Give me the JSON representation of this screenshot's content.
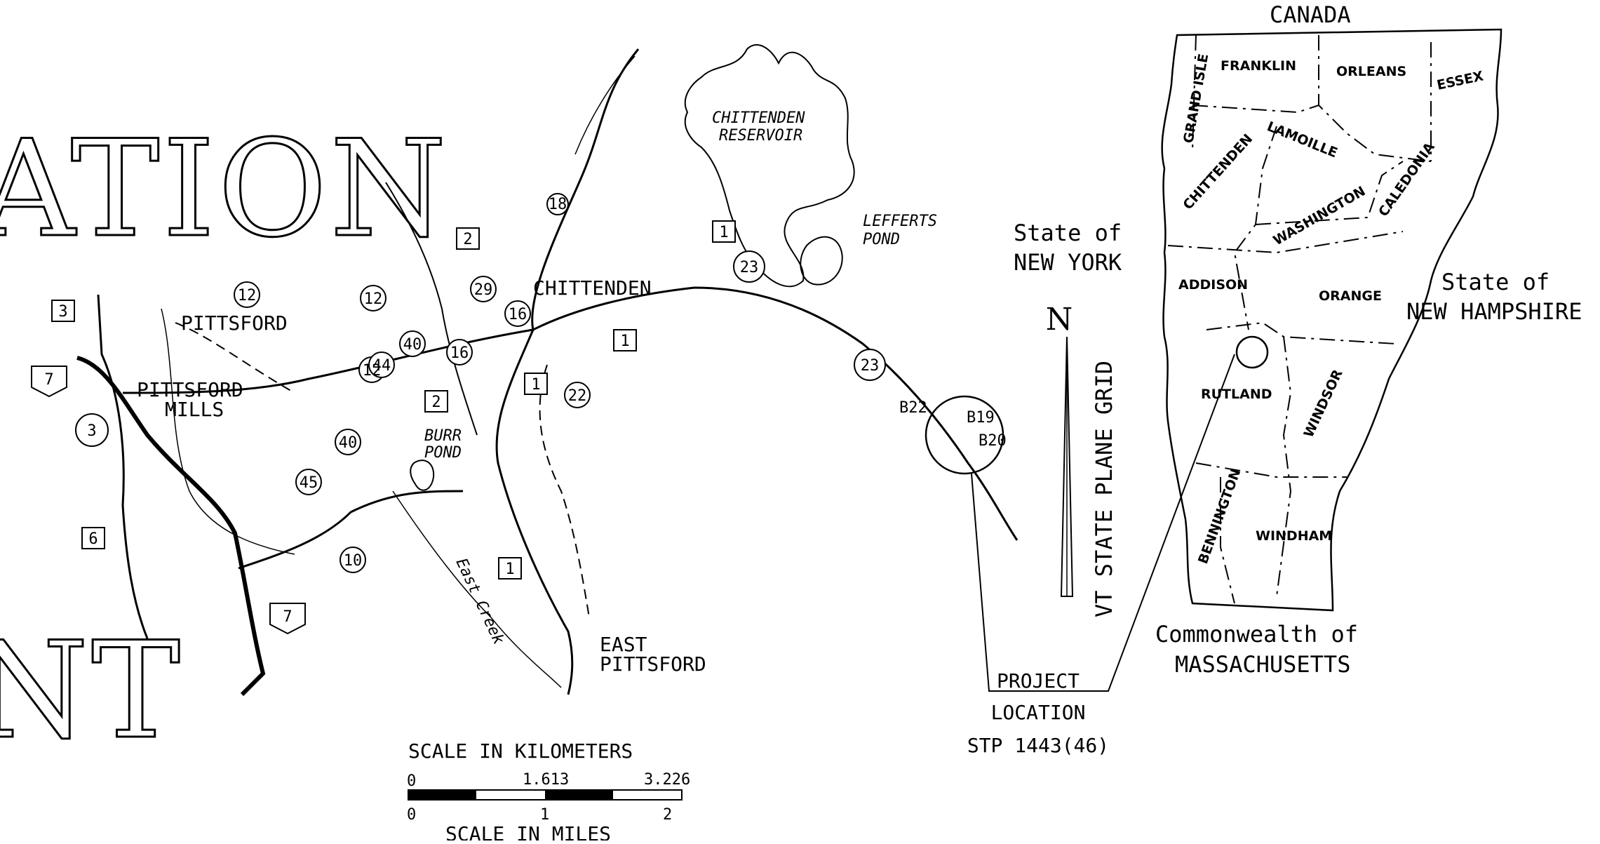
{
  "title_fragments": {
    "top": "ATION",
    "bottom": "NT"
  },
  "map": {
    "places": {
      "pittsford": "PITTSFORD",
      "pittsford_mills_1": "PITTSFORD",
      "pittsford_mills_2": "MILLS",
      "chittenden": "CHITTENDEN",
      "reservoir_1": "CHITTENDEN",
      "reservoir_2": "RESERVOIR",
      "lefferts_1": "LEFFERTS",
      "lefferts_2": "POND",
      "burr_1": "BURR",
      "burr_2": "POND",
      "east_creek": "East Creek",
      "east_pittsford_1": "EAST",
      "east_pittsford_2": "PITTSFORD"
    },
    "route_labels": {
      "us7_a": "7",
      "us7_b": "7",
      "r3_box": "3",
      "r3_circ": "3",
      "r6": "6",
      "r2_a": "2",
      "r2_b": "2",
      "r12_a": "12",
      "r12_b": "12",
      "r12_c": "12",
      "r40_a": "40",
      "r40_b": "40",
      "r44": "44",
      "r45": "45",
      "r10": "10",
      "r16_a": "16",
      "r16_b": "16",
      "r29": "29",
      "r18": "18",
      "r23_a": "23",
      "r23_b": "23",
      "r22": "22",
      "r1_a": "1",
      "r1_b": "1",
      "r1_c": "1",
      "r1_d": "1"
    },
    "bridges": {
      "b22": "B22",
      "b19": "B19",
      "b20": "B20"
    },
    "scale": {
      "km_title": "SCALE IN KILOMETERS",
      "km_0": "0",
      "km_1": "1.613",
      "km_2": "3.226",
      "mi_title": "SCALE IN MILES",
      "mi_0": "0",
      "mi_1": "1",
      "mi_2": "2"
    }
  },
  "north": {
    "letter": "N",
    "grid": "VT STATE PLANE GRID"
  },
  "project": {
    "line1": "PROJECT",
    "line2": "LOCATION",
    "line3": "STP 1443(46)"
  },
  "neighbors": {
    "ny_1": "State of",
    "ny_2": "NEW YORK",
    "canada": "CANADA",
    "nh_1": "State of",
    "nh_2": "NEW HAMPSHIRE",
    "ma_1": "Commonwealth of",
    "ma_2": "MASSACHUSETTS"
  },
  "counties": {
    "grand_isle": "GRAND ISLE",
    "franklin": "FRANKLIN",
    "orleans": "ORLEANS",
    "essex": "ESSEX",
    "lamoille": "LAMOILLE",
    "chittenden": "CHITTENDEN",
    "caledonia": "CALEDONIA",
    "washington": "WASHINGTON",
    "addison": "ADDISON",
    "orange": "ORANGE",
    "rutland": "RUTLAND",
    "windsor": "WINDSOR",
    "bennington": "BENNINGTON",
    "windham": "WINDHAM"
  }
}
